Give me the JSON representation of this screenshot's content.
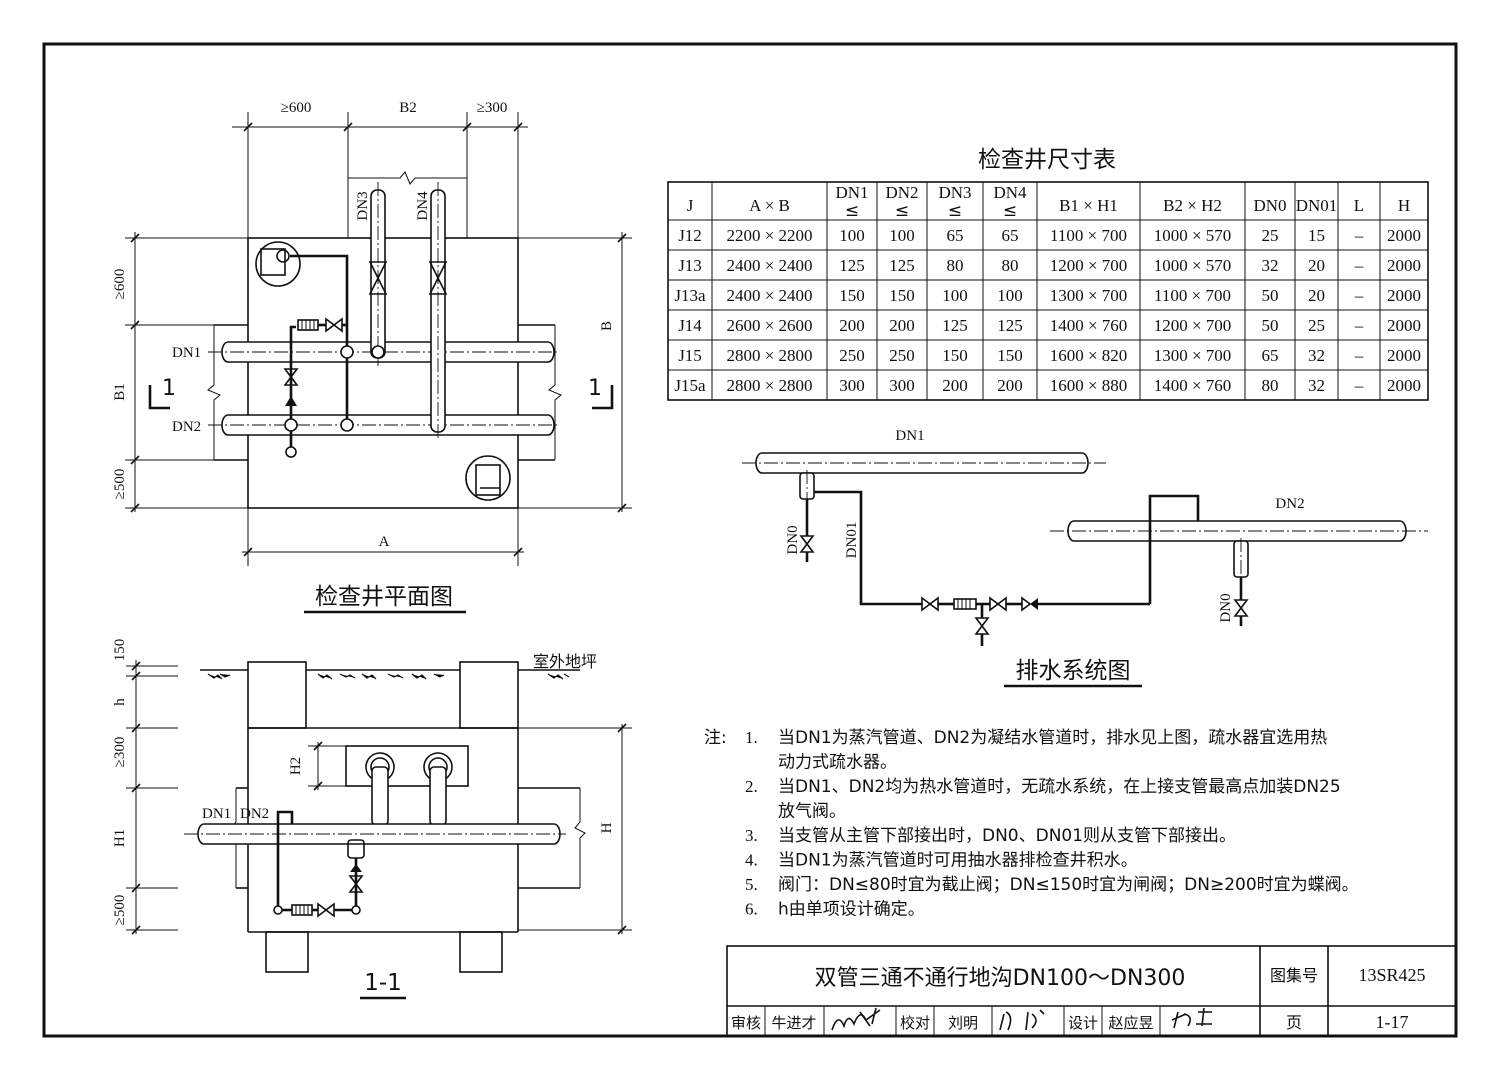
{
  "plan": {
    "title": "检查井平面图",
    "dims": {
      "min600": "≥600",
      "b2": "B2",
      "min300": "≥300",
      "b": "B",
      "b1": "B1",
      "min500": "≥500",
      "a": "A"
    },
    "labels": {
      "dn1": "DN1",
      "dn2": "DN2",
      "dn3": "DN3",
      "dn4": "DN4",
      "sec": "1"
    }
  },
  "section": {
    "title": "1-1",
    "ground": "室外地坪",
    "dims": {
      "d150": "150",
      "h": "h",
      "min300": "≥300",
      "h2": "H2",
      "h1": "H1",
      "min500": "≥500",
      "H": "H"
    },
    "labels": {
      "dn1": "DN1",
      "dn2": "DN2"
    }
  },
  "table": {
    "title": "检查井尺寸表",
    "headers": [
      "J",
      "A × B",
      "DN1\n≤",
      "DN2\n≤",
      "DN3\n≤",
      "DN4\n≤",
      "B1 × H1",
      "B2 × H2",
      "DN0",
      "DN01",
      "L",
      "H"
    ],
    "rows": [
      [
        "J12",
        "2200 × 2200",
        "100",
        "100",
        "65",
        "65",
        "1100 × 700",
        "1000 × 570",
        "25",
        "15",
        "–",
        "2000"
      ],
      [
        "J13",
        "2400 × 2400",
        "125",
        "125",
        "80",
        "80",
        "1200 × 700",
        "1000 × 570",
        "32",
        "20",
        "–",
        "2000"
      ],
      [
        "J13a",
        "2400 × 2400",
        "150",
        "150",
        "100",
        "100",
        "1300 × 700",
        "1100 × 700",
        "50",
        "20",
        "–",
        "2000"
      ],
      [
        "J14",
        "2600 × 2600",
        "200",
        "200",
        "125",
        "125",
        "1400 × 760",
        "1200 × 700",
        "50",
        "25",
        "–",
        "2000"
      ],
      [
        "J15",
        "2800 × 2800",
        "250",
        "250",
        "150",
        "150",
        "1600 × 820",
        "1300 × 700",
        "65",
        "32",
        "–",
        "2000"
      ],
      [
        "J15a",
        "2800 × 2800",
        "300",
        "300",
        "200",
        "200",
        "1600 × 880",
        "1400 × 760",
        "80",
        "32",
        "–",
        "2000"
      ]
    ]
  },
  "drainage": {
    "title": "排水系统图",
    "labels": {
      "dn1": "DN1",
      "dn2": "DN2",
      "dn0": "DN0",
      "dn01": "DN01"
    }
  },
  "notes": {
    "prefix": "注:",
    "lines": [
      {
        "num": "1.",
        "text": "当DN1为蒸汽管道、DN2为凝结水管道时，排水见上图，疏水器宜选用热"
      },
      {
        "num": "",
        "text": "动力式疏水器。"
      },
      {
        "num": "2.",
        "text": "当DN1、DN2均为热水管道时，无疏水系统，在上接支管最高点加装DN25"
      },
      {
        "num": "",
        "text": "放气阀。"
      },
      {
        "num": "3.",
        "text": "当支管从主管下部接出时，DN0、DN01则从支管下部接出。"
      },
      {
        "num": "4.",
        "text": "当DN1为蒸汽管道时可用抽水器排检查井积水。"
      },
      {
        "num": "5.",
        "text": "阀门：DN≤80时宜为截止阀；DN≤150时宜为闸阀；DN≥200时宜为蝶阀。"
      },
      {
        "num": "6.",
        "text": "h由单项设计确定。"
      }
    ]
  },
  "titleblock": {
    "drawing_title": "双管三通不通行地沟DN100～DN300",
    "atlas_label": "图集号",
    "atlas_no": "13SR425",
    "page_label": "页",
    "page_no": "1-17",
    "review_label": "审核",
    "reviewer": "牛进才",
    "check_label": "校对",
    "checker": "刘明",
    "design_label": "设计",
    "designer": "赵应昱"
  }
}
